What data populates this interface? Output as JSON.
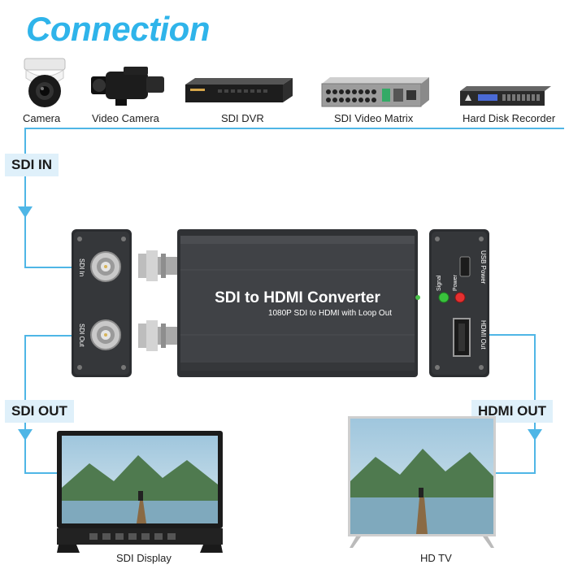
{
  "page_title": "Connection",
  "sources": [
    {
      "label": "Camera",
      "icon": "dome-camera-icon"
    },
    {
      "label": "Video Camera",
      "icon": "video-camera-icon"
    },
    {
      "label": "SDI DVR",
      "icon": "dvr-icon"
    },
    {
      "label": "SDI Video Matrix",
      "icon": "video-matrix-icon"
    },
    {
      "label": "Hard Disk Recorder",
      "icon": "hard-disk-recorder-icon"
    }
  ],
  "tags": {
    "sdi_in": "SDI IN",
    "sdi_out": "SDI OUT",
    "hdmi_out": "HDMI OUT"
  },
  "converter": {
    "title": "SDI to HDMI Converter",
    "subtitle": "1080P SDI to HDMI with Loop Out",
    "left_panel": {
      "port_in": "SDI In",
      "port_out": "SDI Out"
    },
    "right_panel": {
      "signal": "Signal",
      "power": "Power",
      "usb_power": "USB Power",
      "hdmi_out": "HDMI Out"
    }
  },
  "displays": {
    "sdi_display": "SDI Display",
    "hd_tv": "HD TV"
  },
  "colors": {
    "accent": "#2fb4ea",
    "wire": "#4fb6e6",
    "tag_bg": "#dff0fa",
    "device_body": "#3a3c3f"
  }
}
